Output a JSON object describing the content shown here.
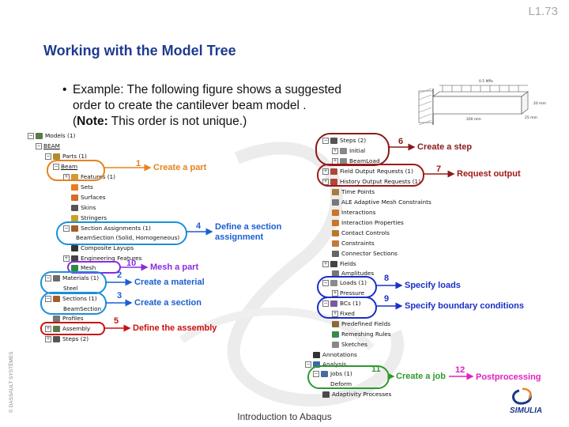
{
  "slide_number": "L1.73",
  "title": "Working with the Model Tree",
  "bullet": {
    "line1": "Example: The following figure shows a suggested",
    "line2": "order to create the cantilever beam model .",
    "note_bold": "Note:",
    "note_rest": " This order is not unique.)"
  },
  "footer": "Introduction to Abaqus",
  "copyright": "© DASSAULT SYSTÈMES",
  "logo": {
    "brand": "SIMULIA",
    "icon": "ds-logo-icon"
  },
  "beam_figure": {
    "load": "0.5 MPa",
    "length": "200 mm",
    "depth": "20 mm",
    "width": "25 mm"
  },
  "left_tree": [
    {
      "text": "Models (1)",
      "icon": "models-icon"
    },
    {
      "text": "BEAM",
      "icon": "model-icon"
    },
    {
      "text": "Parts (1)",
      "icon": "parts-icon"
    },
    {
      "text": "Beam",
      "icon": "part-icon"
    },
    {
      "text": "Features (1)",
      "icon": "features-icon"
    },
    {
      "text": "Sets",
      "icon": "sets-icon"
    },
    {
      "text": "Surfaces",
      "icon": "surfaces-icon"
    },
    {
      "text": "Skins",
      "icon": "skins-icon"
    },
    {
      "text": "Stringers",
      "icon": "stringers-icon"
    },
    {
      "text": "Section Assignments (1)",
      "icon": "section-assignments-icon"
    },
    {
      "text": "BeamSection (Solid, Homogeneous)",
      "icon": ""
    },
    {
      "text": "Composite Layups",
      "icon": "composite-layups-icon"
    },
    {
      "text": "Engineering Features",
      "icon": "engineering-features-icon"
    },
    {
      "text": "Mesh",
      "icon": "mesh-icon"
    },
    {
      "text": "Materials (1)",
      "icon": "materials-icon"
    },
    {
      "text": "Steel",
      "icon": ""
    },
    {
      "text": "Sections (1)",
      "icon": "sections-icon"
    },
    {
      "text": "BeamSection",
      "icon": ""
    },
    {
      "text": "Profiles",
      "icon": "profiles-icon"
    },
    {
      "text": "Assembly",
      "icon": "assembly-icon"
    },
    {
      "text": "Steps (2)",
      "icon": "steps-icon"
    }
  ],
  "right_tree": [
    {
      "text": "Steps (2)",
      "icon": "steps-icon"
    },
    {
      "text": "Initial",
      "icon": "step-icon"
    },
    {
      "text": "BeamLoad",
      "icon": "step-icon"
    },
    {
      "text": "Field Output Requests (1)",
      "icon": "field-output-icon"
    },
    {
      "text": "History Output Requests (1)",
      "icon": "history-output-icon"
    },
    {
      "text": "Time Points",
      "icon": "time-points-icon"
    },
    {
      "text": "ALE Adaptive Mesh Constraints",
      "icon": "ale-icon"
    },
    {
      "text": "Interactions",
      "icon": "interactions-icon"
    },
    {
      "text": "Interaction Properties",
      "icon": "interaction-properties-icon"
    },
    {
      "text": "Contact Controls",
      "icon": "contact-controls-icon"
    },
    {
      "text": "Constraints",
      "icon": "constraints-icon"
    },
    {
      "text": "Connector Sections",
      "icon": "connector-sections-icon"
    },
    {
      "text": "Fields",
      "icon": "fields-icon"
    },
    {
      "text": "Amplitudes",
      "icon": "amplitudes-icon"
    },
    {
      "text": "Loads (1)",
      "icon": "loads-icon"
    },
    {
      "text": "Pressure",
      "icon": "pressure-icon"
    },
    {
      "text": "BCs (1)",
      "icon": "bcs-icon"
    },
    {
      "text": "Fixed",
      "icon": "fixed-icon"
    },
    {
      "text": "Predefined Fields",
      "icon": "predefined-fields-icon"
    },
    {
      "text": "Remeshing Rules",
      "icon": "remeshing-icon"
    },
    {
      "text": "Sketches",
      "icon": "sketches-icon"
    },
    {
      "text": "Annotations",
      "icon": "annotations-icon"
    },
    {
      "text": "Analysis",
      "icon": "analysis-icon"
    },
    {
      "text": "Jobs (1)",
      "icon": "jobs-icon"
    },
    {
      "text": "Deform",
      "icon": ""
    },
    {
      "text": "Adaptivity Processes",
      "icon": "adaptivity-icon"
    }
  ],
  "annotations": [
    {
      "num": "1",
      "label": "Create a part",
      "color": "#e8821e"
    },
    {
      "num": "2",
      "label": "Create a material",
      "color": "#1a5fd1"
    },
    {
      "num": "3",
      "label": "Create a section",
      "color": "#1a5fd1"
    },
    {
      "num": "4",
      "label": "Define a section",
      "label2": "assignment",
      "color": "#1a5fd1"
    },
    {
      "num": "5",
      "label": "Define the assembly",
      "color": "#cc1111"
    },
    {
      "num": "6",
      "label": "Create a step",
      "color": "#8b1a1a"
    },
    {
      "num": "7",
      "label": "Request output",
      "color": "#a01818"
    },
    {
      "num": "8",
      "label": "Specify loads",
      "color": "#1a2fc8"
    },
    {
      "num": "9",
      "label": "Specify boundary conditions",
      "color": "#1a2fc8"
    },
    {
      "num": "10",
      "label": "Mesh a part",
      "color": "#8a2be2"
    },
    {
      "num": "11",
      "label": "Create a job",
      "color": "#2e9a2e"
    },
    {
      "num": "12",
      "label": "Postprocessing",
      "color": "#e020c0"
    }
  ]
}
